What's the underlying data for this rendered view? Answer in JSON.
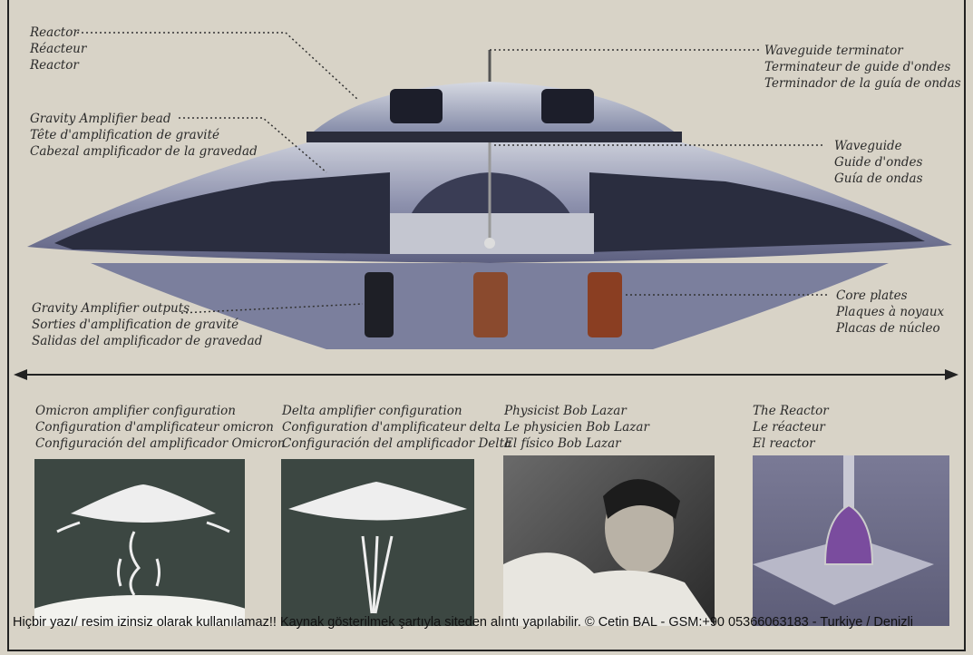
{
  "labels": {
    "reactor": [
      "Reactor",
      "Réacteur",
      "Reactor"
    ],
    "gravity_head": [
      "Gravity Amplifier bead",
      "Tête d'amplification de gravité",
      "Cabezal amplificador de la gravedad"
    ],
    "gravity_outputs": [
      "Gravity Amplifier outputs",
      "Sorties d'amplification de gravité",
      "Salidas del amplificador de gravedad"
    ],
    "waveguide_terminator": [
      "Waveguide terminator",
      "Terminateur de guide d'ondes",
      "Terminador de la guía de ondas"
    ],
    "waveguide": [
      "Waveguide",
      "Guide d'ondes",
      "Guía de ondas"
    ],
    "core_plates": [
      "Core plates",
      "Plaques à noyaux",
      "Placas de núcleo"
    ]
  },
  "panels": [
    {
      "caption": [
        "Omicron amplifier configuration",
        "Configuration d'amplificateur omicron",
        "Configuración del amplificador Omicron"
      ]
    },
    {
      "caption": [
        "Delta amplifier configuration",
        "Configuration d'amplificateur delta",
        "Configuración del amplificador Delta"
      ]
    },
    {
      "caption": [
        "Physicist Bob Lazar",
        "Le physicien Bob Lazar",
        "El físico Bob Lazar"
      ]
    },
    {
      "caption": [
        "The Reactor",
        "Le réacteur",
        "El reactor"
      ]
    }
  ],
  "watermark": "Hiçbir yazı/ resim  izinsiz olarak kullanılamaz!!   Kaynak gösterilmek şartıyla  siteden alıntı yapılabilir. ©  Cetin BAL - GSM:+90  05366063183 - Turkiye / Denizli",
  "colors": {
    "background": "#d8d3c7",
    "hull": "#8f93b0",
    "panel_dark": "#3c4742"
  }
}
